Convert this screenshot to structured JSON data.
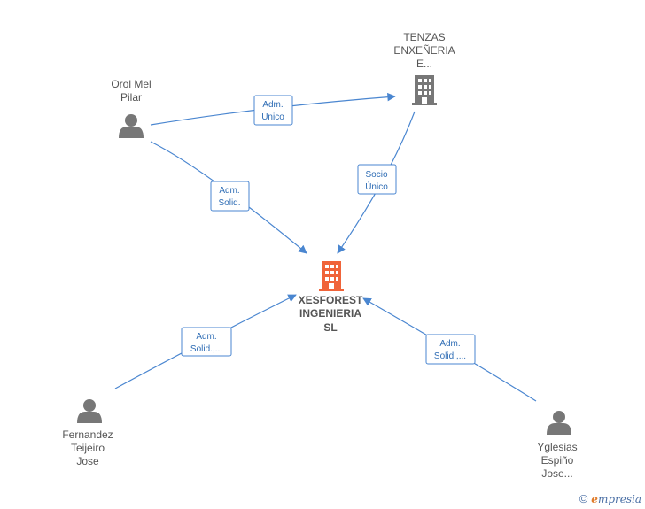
{
  "nodes": {
    "orol": {
      "label": [
        "Orol Mel",
        "Pilar"
      ],
      "type": "person"
    },
    "tenzas": {
      "label": [
        "TENZAS",
        "ENXEÑERIA",
        "E..."
      ],
      "type": "company"
    },
    "xesforest": {
      "label": [
        "XESFOREST",
        "INGENIERIA",
        "SL"
      ],
      "type": "company-main"
    },
    "fernandez": {
      "label": [
        "Fernandez",
        "Teijeiro",
        "Jose"
      ],
      "type": "person"
    },
    "yglesias": {
      "label": [
        "Yglesias",
        "Espiño",
        "Jose..."
      ],
      "type": "person"
    }
  },
  "edges": [
    {
      "id": "orol-tenzas",
      "label": [
        "Adm.",
        "Unico"
      ]
    },
    {
      "id": "orol-xesforest",
      "label": [
        "Adm.",
        "Solid."
      ]
    },
    {
      "id": "tenzas-xesforest",
      "label": [
        "Socio",
        "Único"
      ]
    },
    {
      "id": "fernandez-xesforest",
      "label": [
        "Adm.",
        "Solid.,..."
      ]
    },
    {
      "id": "yglesias-xesforest",
      "label": [
        "Adm.",
        "Solid.,..."
      ]
    }
  ],
  "colors": {
    "edge": "#4a86d0",
    "person_icon": "#777777",
    "company_icon": "#777777",
    "main_company_icon": "#f0643a"
  },
  "footer": {
    "copyright_symbol": "©",
    "brand_e": "e",
    "brand_rest": "mpresia"
  }
}
